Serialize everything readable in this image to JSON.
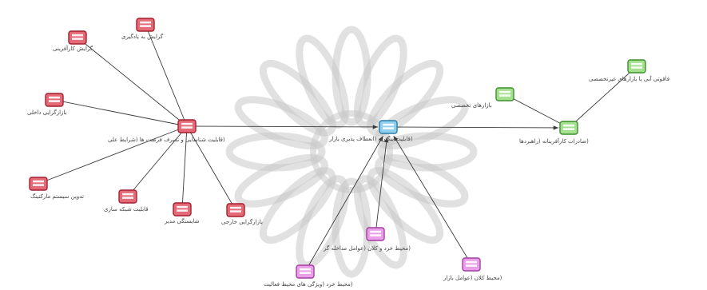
{
  "colors": {
    "red_fill": "#e46a78",
    "red_stroke": "#a3202f",
    "blue_fill": "#8fd0ee",
    "blue_stroke": "#2d7fa8",
    "green_fill": "#a4e08e",
    "green_stroke": "#3b8e2b",
    "pink_fill": "#ea9ee8",
    "pink_stroke": "#a23ea0",
    "edge": "#3a3a3a",
    "watermark": "#c9c9c9"
  },
  "nodes": [
    {
      "id": "center",
      "color": "blue",
      "label": "(قابلیت پیگیری (انعطاف پذیری بازار"
    },
    {
      "id": "opportunity",
      "color": "red",
      "label": "(قابلیت شناسایی و تصرف فرصت ها (شرایط علی"
    },
    {
      "id": "learning",
      "color": "red",
      "label": "گرایش به یادگیری"
    },
    {
      "id": "entrepreneurship",
      "color": "red",
      "label": "گرایش کارآفرینی"
    },
    {
      "id": "internal_marketing",
      "color": "red",
      "label": "بازارگرایی داخلی"
    },
    {
      "id": "marketing_system",
      "color": "red",
      "label": "تدوین سیستم مارکتینگ"
    },
    {
      "id": "networking",
      "color": "red",
      "label": "قابلیت شبکه سازی"
    },
    {
      "id": "manager",
      "color": "red",
      "label": "شایستگی مدیر"
    },
    {
      "id": "external_market",
      "color": "red",
      "label": "بازارگرایی خارجی"
    },
    {
      "id": "export",
      "color": "green",
      "label": "(صادرات کارآفرینانه (راهبردها"
    },
    {
      "id": "specialized",
      "color": "green",
      "label": "بازارهای تخصصی"
    },
    {
      "id": "nonspecialized",
      "color": "green",
      "label": "فاقوتی آبی یا بازارهای غیرتخصصی"
    },
    {
      "id": "micro_macro",
      "color": "pink",
      "label": "(محیط خرد و کلان (عوامل مداخله گر"
    },
    {
      "id": "micro_activity",
      "color": "pink",
      "label": "(محیط خرد (ویژگی های محیط فعالیت"
    },
    {
      "id": "macro_market",
      "color": "pink",
      "label": "(محیط کلان (عوامل بازار"
    }
  ],
  "edges": [
    {
      "from": "learning",
      "to": "opportunity"
    },
    {
      "from": "entrepreneurship",
      "to": "opportunity"
    },
    {
      "from": "internal_marketing",
      "to": "opportunity"
    },
    {
      "from": "marketing_system",
      "to": "opportunity"
    },
    {
      "from": "networking",
      "to": "opportunity"
    },
    {
      "from": "manager",
      "to": "opportunity"
    },
    {
      "from": "external_market",
      "to": "opportunity"
    },
    {
      "from": "opportunity",
      "to": "center",
      "arrow": true
    },
    {
      "from": "center",
      "to": "export",
      "arrow": true
    },
    {
      "from": "specialized",
      "to": "export"
    },
    {
      "from": "nonspecialized",
      "to": "export"
    },
    {
      "from": "micro_macro",
      "to": "center",
      "arrow": true
    },
    {
      "from": "micro_activity",
      "to": "center",
      "arrow": true
    },
    {
      "from": "macro_market",
      "to": "center",
      "arrow": true
    }
  ]
}
